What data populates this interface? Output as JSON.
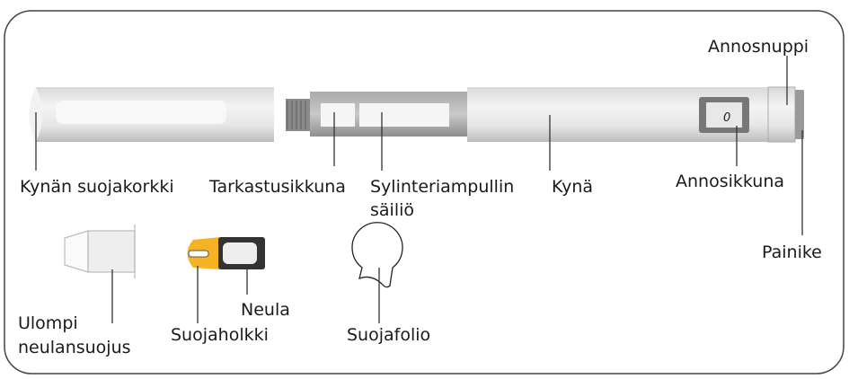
{
  "labels": {
    "cap": "Kynän suojakorkki",
    "inspection_window": "Tarkastusikkuna",
    "cartridge_holder_1": "Sylinteriampullin",
    "cartridge_holder_2": "säiliö",
    "pen": "Kynä",
    "dose_window": "Annosikkuna",
    "dose_knob": "Annosnuppi",
    "button": "Painike",
    "outer_cap_1": "Ulompi",
    "outer_cap_2": "neulansuojus",
    "needle": "Neula",
    "inner_sleeve": "Suojaholkki",
    "foil": "Suojafolio"
  },
  "dose_window_value": "0",
  "colors": {
    "needle_sleeve": "#f5b324",
    "frame": "#444444"
  }
}
